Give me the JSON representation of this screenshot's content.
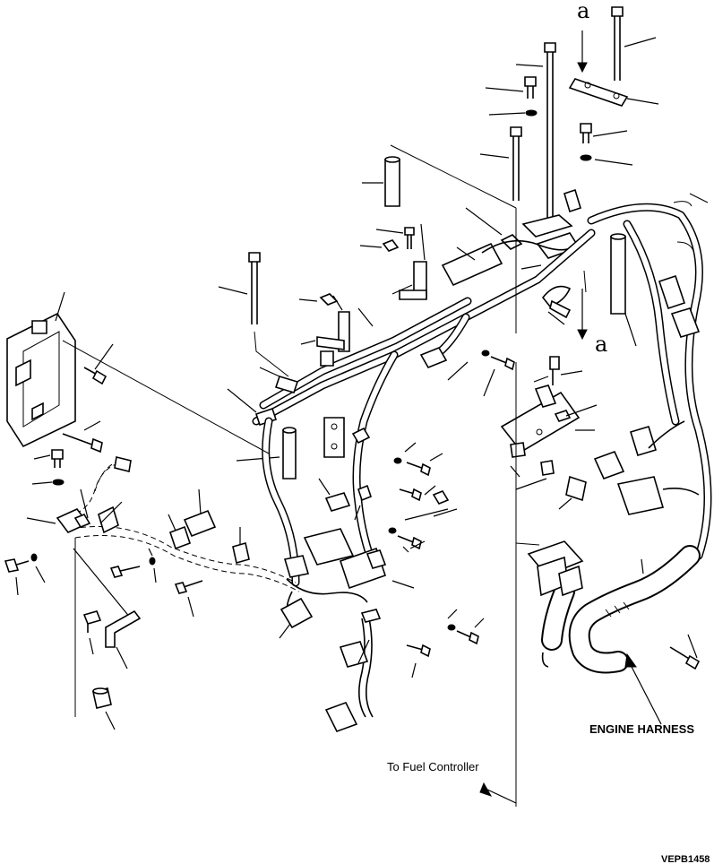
{
  "diagram": {
    "callouts": {
      "top": "a",
      "mid": "a"
    },
    "labels": {
      "engine_harness": "ENGINE HARNESS",
      "to_fuel_controller": "To Fuel Controller",
      "drawing_code": "VEPB1458"
    }
  }
}
